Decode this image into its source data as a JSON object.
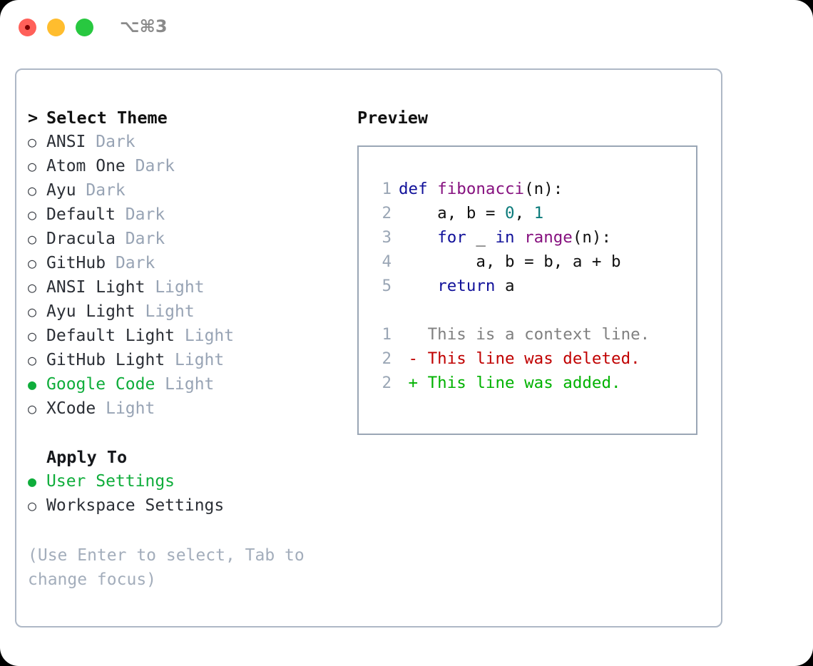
{
  "titlebar": {
    "shortcut": "⌥⌘3",
    "buttons": {
      "close": "close",
      "minimize": "minimize",
      "maximize": "maximize"
    }
  },
  "left_panel": {
    "header": {
      "caret": ">",
      "title": "Select Theme"
    },
    "markers": {
      "off": "○",
      "on": "●"
    },
    "themes": [
      {
        "name": "ANSI",
        "tag": "Dark",
        "selected": false
      },
      {
        "name": "Atom One",
        "tag": "Dark",
        "selected": false
      },
      {
        "name": "Ayu",
        "tag": "Dark",
        "selected": false
      },
      {
        "name": "Default",
        "tag": "Dark",
        "selected": false
      },
      {
        "name": "Dracula",
        "tag": "Dark",
        "selected": false
      },
      {
        "name": "GitHub",
        "tag": "Dark",
        "selected": false
      },
      {
        "name": "ANSI Light",
        "tag": "Light",
        "selected": false
      },
      {
        "name": "Ayu Light",
        "tag": "Light",
        "selected": false
      },
      {
        "name": "Default Light",
        "tag": "Light",
        "selected": false
      },
      {
        "name": "GitHub Light",
        "tag": "Light",
        "selected": false
      },
      {
        "name": "Google Code",
        "tag": "Light",
        "selected": true
      },
      {
        "name": "XCode",
        "tag": "Light",
        "selected": false
      }
    ],
    "apply_to": {
      "label": "Apply To",
      "options": [
        {
          "name": "User Settings",
          "selected": true
        },
        {
          "name": "Workspace Settings",
          "selected": false
        }
      ]
    },
    "hint": "(Use Enter to select, Tab to change focus)"
  },
  "right_panel": {
    "title": "Preview",
    "code_lines": [
      {
        "number": "1",
        "tokens": [
          {
            "text": "def ",
            "style": "kw"
          },
          {
            "text": "fibonacci",
            "style": "fn"
          },
          {
            "text": "(n):",
            "style": "pln"
          }
        ]
      },
      {
        "number": "2",
        "tokens": [
          {
            "text": "    a, b = ",
            "style": "pln"
          },
          {
            "text": "0",
            "style": "num"
          },
          {
            "text": ", ",
            "style": "pln"
          },
          {
            "text": "1",
            "style": "num"
          }
        ]
      },
      {
        "number": "3",
        "tokens": [
          {
            "text": "    ",
            "style": "pln"
          },
          {
            "text": "for",
            "style": "kw"
          },
          {
            "text": " _ ",
            "style": "pln"
          },
          {
            "text": "in",
            "style": "kw"
          },
          {
            "text": " ",
            "style": "pln"
          },
          {
            "text": "range",
            "style": "fn"
          },
          {
            "text": "(n):",
            "style": "pln"
          }
        ]
      },
      {
        "number": "4",
        "tokens": [
          {
            "text": "        a, b = b, a + b",
            "style": "pln"
          }
        ]
      },
      {
        "number": "5",
        "tokens": [
          {
            "text": "    ",
            "style": "pln"
          },
          {
            "text": "return",
            "style": "kw"
          },
          {
            "text": " a",
            "style": "pln"
          }
        ]
      }
    ],
    "diff_lines": [
      {
        "number": "1",
        "marker": " ",
        "text": " This is a context line.",
        "style": "ctx"
      },
      {
        "number": "2",
        "marker": "-",
        "text": " This line was deleted.",
        "style": "del"
      },
      {
        "number": "2",
        "marker": "+",
        "text": " This line was added.",
        "style": "add"
      }
    ]
  },
  "colors": {
    "accent_green": "#0fad3b",
    "tag_gray": "#97a3b4",
    "border": "#aeb8c6",
    "keyword": "#11119a",
    "function": "#86117f",
    "number": "#0b7a7a",
    "diff_context": "#808080",
    "diff_deleted": "#c00000",
    "diff_added": "#00b200"
  }
}
